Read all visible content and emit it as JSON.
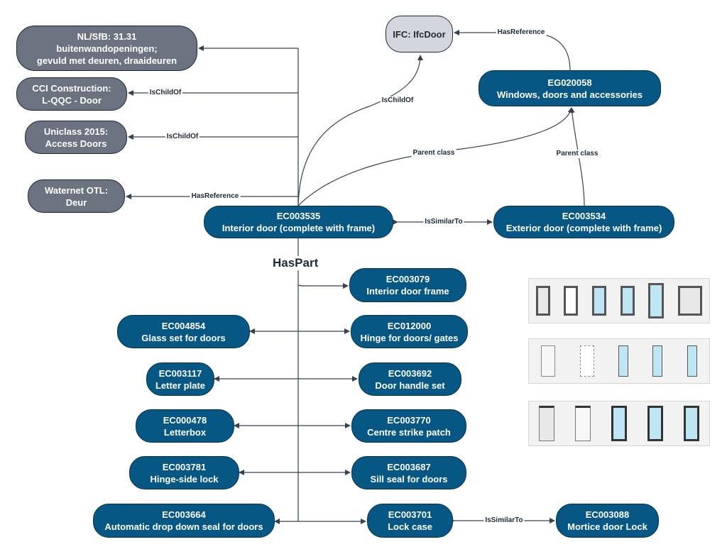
{
  "nodes": {
    "nlsfb": {
      "line1": "NL/SfB: 31.31",
      "line2": "buitenwandopeningen;",
      "line3": "gevuld met deuren, draaideuren"
    },
    "cci": {
      "line1": "CCI Construction:",
      "line2": "L-QQC - Door"
    },
    "uniclass": {
      "line1": "Uniclass 2015:",
      "line2": "Access Doors"
    },
    "waternet": {
      "line1": "Waternet OTL:",
      "line2": "Deur"
    },
    "ifc": {
      "line1": "IFC: IfcDoor"
    },
    "eg020058": {
      "code": "EG020058",
      "name": "Windows, doors and accessories"
    },
    "ec003535": {
      "code": "EC003535",
      "name": "Interior door (complete with frame)"
    },
    "ec003534": {
      "code": "EC003534",
      "name": "Exterior door (complete with frame)"
    },
    "ec003079": {
      "code": "EC003079",
      "name": "Interior door frame"
    },
    "ec004854": {
      "code": "EC004854",
      "name": "Glass set for doors"
    },
    "ec012000": {
      "code": "EC012000",
      "name": "Hinge for doors/ gates"
    },
    "ec003117": {
      "code": "EC003117",
      "name": "Letter plate"
    },
    "ec003692": {
      "code": "EC003692",
      "name": "Door handle set"
    },
    "ec000478": {
      "code": "EC000478",
      "name": "Letterbox"
    },
    "ec003770": {
      "code": "EC003770",
      "name": "Centre strike patch"
    },
    "ec003781": {
      "code": "EC003781",
      "name": "Hinge-side lock"
    },
    "ec003687": {
      "code": "EC003687",
      "name": "Sill seal for doors"
    },
    "ec003664": {
      "code": "EC003664",
      "name": "Automatic drop down seal for doors"
    },
    "ec003701": {
      "code": "EC003701",
      "name": "Lock case"
    },
    "ec003088": {
      "code": "EC003088",
      "name": "Mortice door Lock"
    }
  },
  "edges": {
    "ischildof_cci": "IsChildOf",
    "ischildof_uniclass": "IsChildOf",
    "hasreference_waternet": "HasReference",
    "ischildof_ifc": "IsChildOf",
    "hasreference_ifc": "HasReference",
    "parent_class_interior": "Parent class",
    "parent_class_exterior": "Parent class",
    "issimilarto_doors": "IsSimilarTo",
    "issimilarto_lock": "IsSimilarTo"
  },
  "haspart_label": "HasPart",
  "colors": {
    "ec_node": "#075784",
    "classification_node": "#6b7280",
    "ifc_node": "#d3d6dc",
    "edge": "#374151",
    "glass": "#bfe6f5"
  },
  "thumbnails": [
    "door-type-drawings-row-1",
    "door-type-drawings-row-2",
    "door-type-drawings-row-3"
  ]
}
